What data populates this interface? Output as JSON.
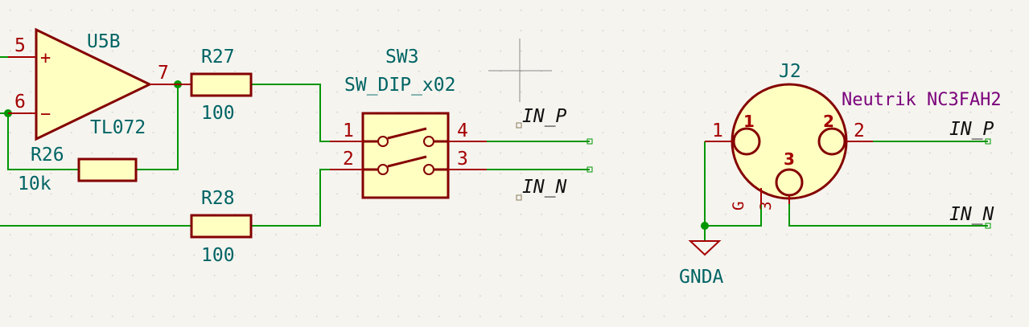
{
  "colors": {
    "background": "#f5f4ef",
    "wire": "#009600",
    "symbol_outline": "#840000",
    "symbol_fill": "#ffffc2",
    "pin": "#a40000",
    "reference_text": "#006464",
    "part_number_text": "#7a007a"
  },
  "u5b": {
    "ref": "U5B",
    "value": "TL072",
    "pin_plus": "5",
    "pin_minus": "6",
    "pin_out": "7",
    "plus_sign": "+",
    "minus_sign": "−"
  },
  "r26": {
    "ref": "R26",
    "value": "10k"
  },
  "r27": {
    "ref": "R27",
    "value": "100"
  },
  "r28": {
    "ref": "R28",
    "value": "100"
  },
  "sw3": {
    "ref": "SW3",
    "value": "SW_DIP_x02",
    "pin1": "1",
    "pin2": "2",
    "pin3": "3",
    "pin4": "4"
  },
  "j2": {
    "ref": "J2",
    "part": "Neutrik NC3FAH2",
    "pin1_outer": "1",
    "pin1_inner": "1",
    "pin2_outer": "2",
    "pin2_inner": "2",
    "pin3_inner": "3",
    "pin3_outer": "3",
    "pin_g": "G"
  },
  "power": {
    "gnda": "GNDA"
  },
  "labels": {
    "in_p": "IN_P",
    "in_n": "IN_N"
  }
}
